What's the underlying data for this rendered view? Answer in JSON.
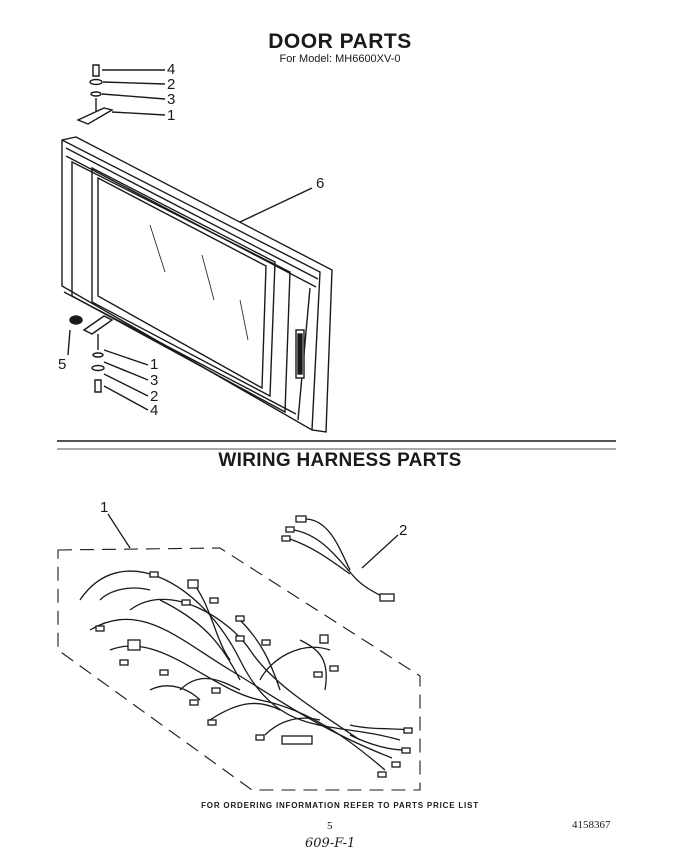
{
  "door": {
    "title": "DOOR PARTS",
    "model": "For Model: MH6600XV-0",
    "callouts_top": [
      "4",
      "2",
      "3",
      "1"
    ],
    "callout_door": "6",
    "callout_left": "5",
    "callouts_bottom": [
      "1",
      "3",
      "2",
      "4"
    ]
  },
  "wiring": {
    "title": "WIRING HARNESS PARTS",
    "callout_main": "1",
    "callout_small": "2"
  },
  "footer": {
    "note": "FOR ORDERING INFORMATION REFER TO PARTS PRICE LIST",
    "page": "5",
    "doc_number": "4158367",
    "handwritten": "609-F-1"
  }
}
